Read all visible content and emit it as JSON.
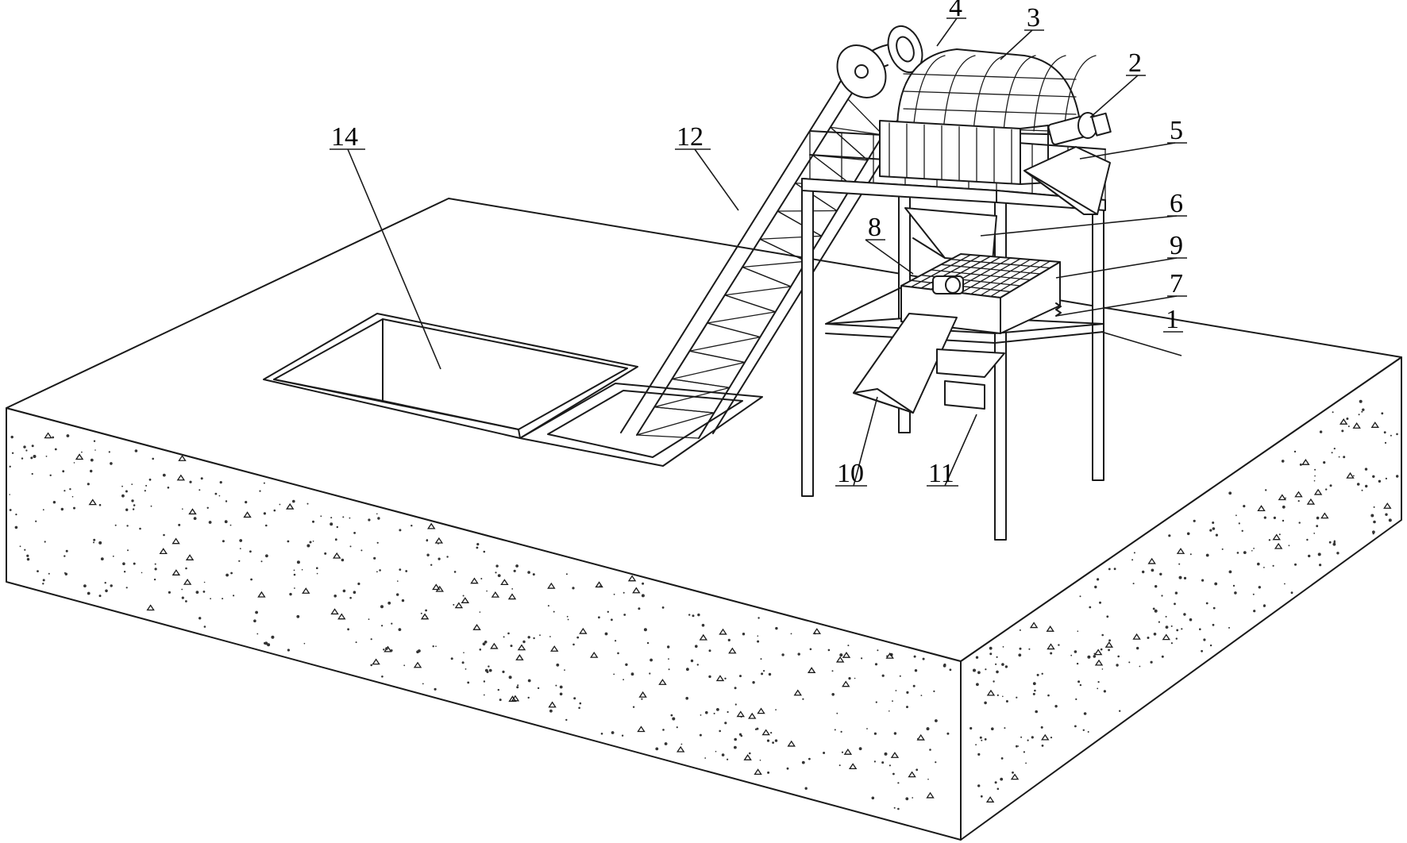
{
  "figure": {
    "labels": [
      {
        "id": "label-1",
        "text": "1"
      },
      {
        "id": "label-2",
        "text": "2"
      },
      {
        "id": "label-3",
        "text": "3"
      },
      {
        "id": "label-4",
        "text": "4"
      },
      {
        "id": "label-5",
        "text": "5"
      },
      {
        "id": "label-6",
        "text": "6"
      },
      {
        "id": "label-7",
        "text": "7"
      },
      {
        "id": "label-8",
        "text": "8"
      },
      {
        "id": "label-9",
        "text": "9"
      },
      {
        "id": "label-10",
        "text": "10"
      },
      {
        "id": "label-11",
        "text": "11"
      },
      {
        "id": "label-12",
        "text": "12"
      },
      {
        "id": "label-14",
        "text": "14"
      }
    ]
  },
  "colors": {
    "line": "#1a1a1a",
    "background": "#ffffff",
    "speckle": "#333333"
  }
}
